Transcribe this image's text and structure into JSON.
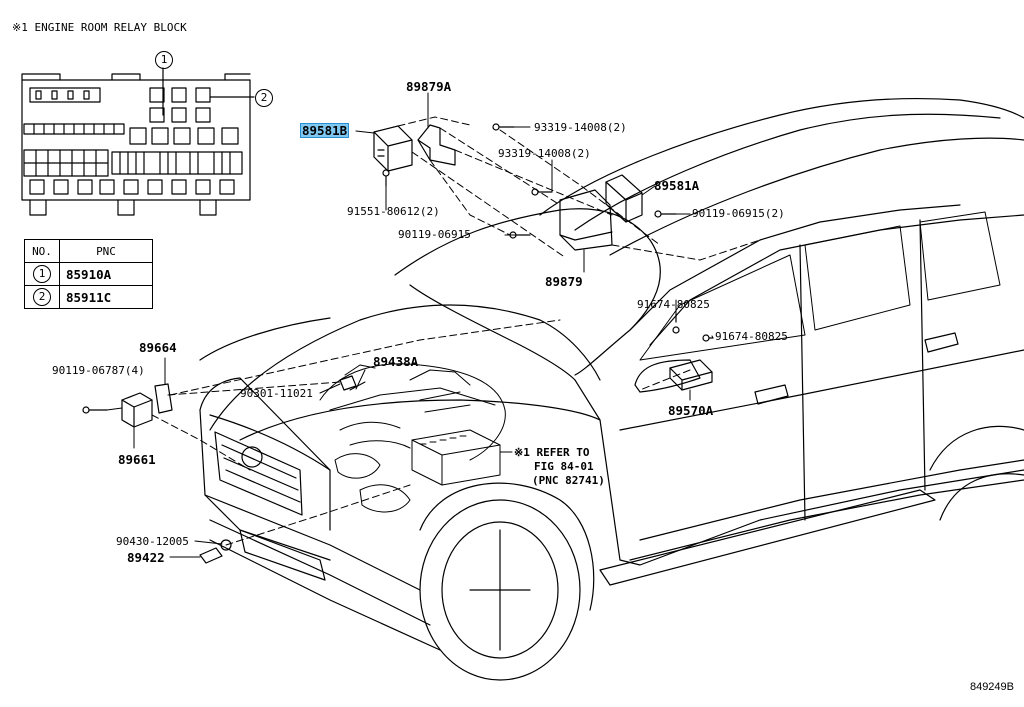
{
  "title": "※1 ENGINE ROOM RELAY BLOCK",
  "pnc_table": {
    "headers": [
      "NO.",
      "PNC"
    ],
    "rows": [
      {
        "no": "1",
        "pnc": "85910A"
      },
      {
        "no": "2",
        "pnc": "85911C"
      }
    ]
  },
  "callouts": {
    "circle_1": "1",
    "circle_2": "2"
  },
  "labels": {
    "p89879A": "89879A",
    "p89581B": "89581B",
    "p93319_a": "93319-14008(2)",
    "p93319_b": "93319-14008(2)",
    "p89581A": "89581A",
    "p91551": "91551-80612(2)",
    "p90119_a": "90119-06915(2)",
    "p90119_b": "90119-06915",
    "p89879": "89879",
    "p91674_a": "91674-80825",
    "p91674_b": "91674-80825",
    "p89570A": "89570A",
    "p89664": "89664",
    "p90119_c": "90119-06787(4)",
    "p89438A": "89438A",
    "p90301": "90301-11021",
    "p89661": "89661",
    "refer_1": "※1 REFER TO",
    "refer_2": "FIG 84-01",
    "refer_3": "(PNC 82741)",
    "p90430": "90430-12005",
    "p89422": "89422"
  },
  "diagram_id": "849249B",
  "highlight_color": "#7ec8f2"
}
